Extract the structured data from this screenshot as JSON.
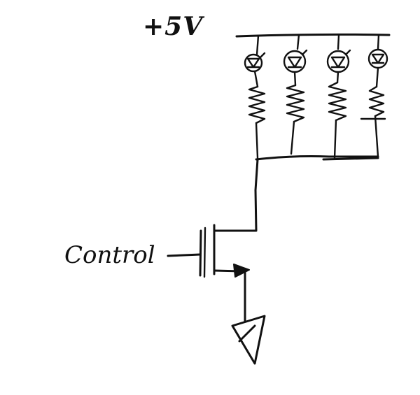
{
  "diagram": {
    "supply_label": "+5V",
    "control_label": "Control",
    "led_branch_count": 4,
    "ink_color": "#111111",
    "background_color": "#ffffff"
  }
}
